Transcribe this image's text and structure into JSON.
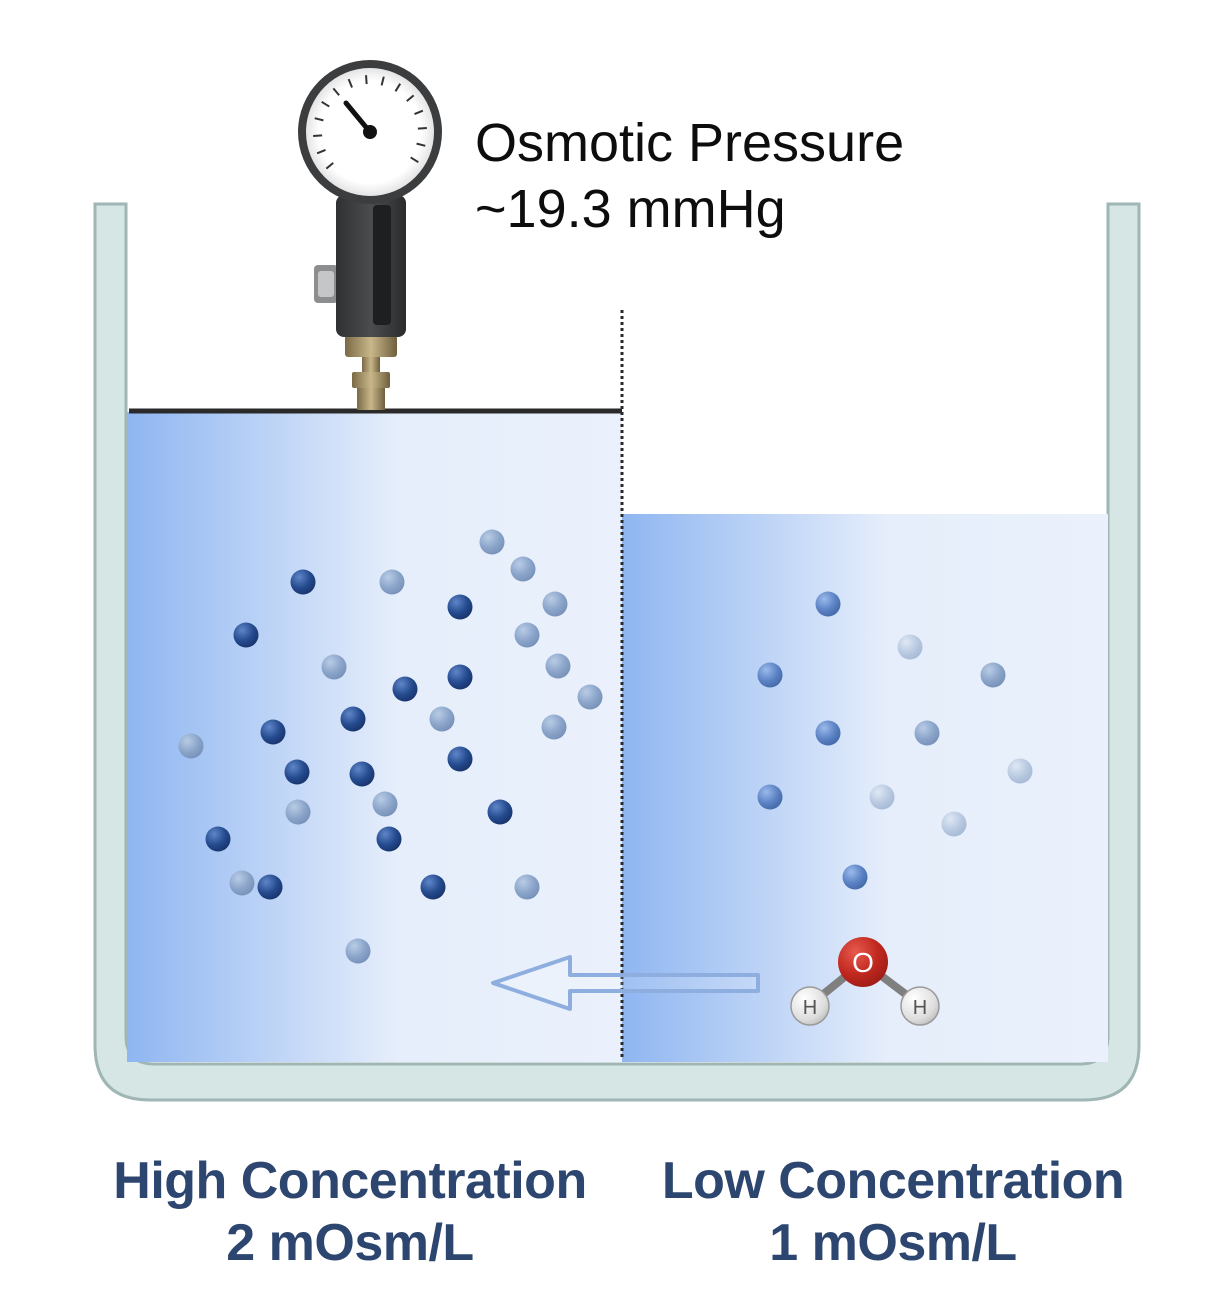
{
  "colors": {
    "tank_fill": "#d6e6e4",
    "tank_stroke": "#9fb6b4",
    "water_left": "#8fb6f1",
    "water_right": "#eaf1fc",
    "label_text": "#2d4670",
    "solute_dark": "#1f3f7f",
    "solute_light": "#7f9cc6",
    "membrane": "#2a2a2a",
    "oxygen": "#c0281f",
    "hydrogen": "#e3e3e3",
    "arrow_stroke": "#8eaee0"
  },
  "gauge": {
    "label_line1": "Osmotic Pressure",
    "label_line2": "~19.3 mmHg"
  },
  "left_side": {
    "label_line1": "High Concentration",
    "label_line2": "2 mOsm/L"
  },
  "right_side": {
    "label_line1": "Low Concentration",
    "label_line2": "1 mOsm/L"
  },
  "water_molecule": {
    "oxygen_label": "O",
    "hydrogen_label": "H"
  }
}
